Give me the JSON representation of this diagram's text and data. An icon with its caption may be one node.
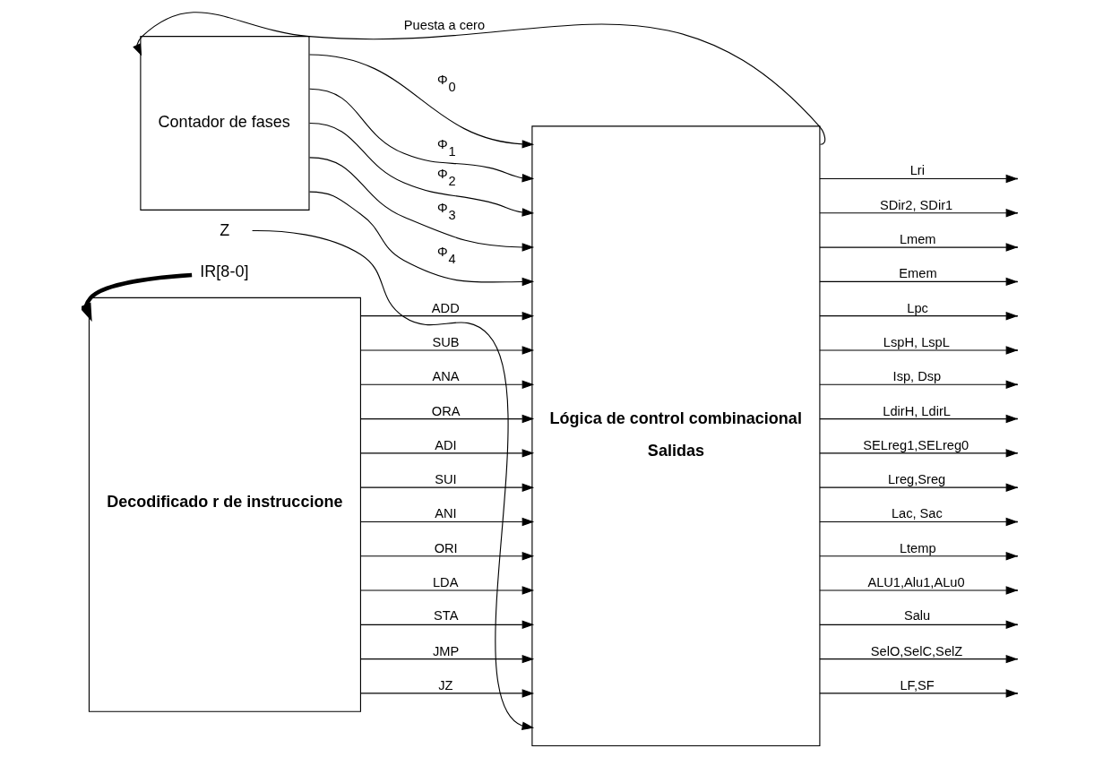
{
  "diagram": {
    "nodes": [
      {
        "text": [
          "Decodificado r de instruccione"
        ]
      },
      {
        "text": [
          "Contador de fases"
        ]
      },
      {
        "text": [
          "Lógica de control combinacional",
          "Salidas"
        ]
      },
      {
        "text": [
          "IR[8-0]"
        ]
      },
      {
        "text": [
          "Z"
        ]
      }
    ],
    "edges": [
      {
        "from": 3,
        "to": 0,
        "arrow": "to",
        "style": "thick"
      },
      {
        "from": 2,
        "to": 1,
        "arrow": "to",
        "label": "Puesta a cero"
      },
      {
        "from": 1,
        "to": 2,
        "arrow": "to",
        "label": "Φ$_{0}$"
      },
      {
        "from": 1,
        "to": 2,
        "arrow": "to",
        "label": "Φ$_{1}$"
      },
      {
        "from": 1,
        "to": 2,
        "arrow": "to",
        "label": "Φ$_{2}$"
      },
      {
        "from": 1,
        "to": 2,
        "arrow": "to",
        "label": "Φ$_{3}$"
      },
      {
        "from": 1,
        "to": 2,
        "arrow": "to",
        "label": "Φ$_{4}$"
      },
      {
        "from": 0,
        "to": 2,
        "arrow": "to",
        "label": "ADD"
      },
      {
        "from": 0,
        "to": 2,
        "arrow": "to",
        "label": "SUB"
      },
      {
        "from": 0,
        "to": 2,
        "arrow": "to",
        "label": "ANA"
      },
      {
        "from": 0,
        "to": 2,
        "arrow": "to",
        "label": "ORA"
      },
      {
        "from": 0,
        "to": 2,
        "arrow": "to",
        "label": "ADI"
      },
      {
        "from": 0,
        "to": 2,
        "arrow": "to",
        "label": "SUI"
      },
      {
        "from": 0,
        "to": 2,
        "arrow": "to",
        "label": "ANI"
      },
      {
        "from": 0,
        "to": 2,
        "arrow": "to",
        "label": "ORI"
      },
      {
        "from": 0,
        "to": 2,
        "arrow": "to",
        "label": "LDA"
      },
      {
        "from": 0,
        "to": 2,
        "arrow": "to",
        "label": "STA"
      },
      {
        "from": 0,
        "to": 2,
        "arrow": "to",
        "label": "JMP"
      },
      {
        "from": 0,
        "to": 2,
        "arrow": "to",
        "label": "JZ"
      },
      {
        "from": 4,
        "to": 2,
        "arrow": "to"
      },
      {
        "from": 2,
        "to": null,
        "arrow": "to",
        "label": "Lri"
      },
      {
        "from": 2,
        "to": null,
        "arrow": "to",
        "label": "SDir2, SDir1"
      },
      {
        "from": 2,
        "to": null,
        "arrow": "to",
        "label": "Lmem"
      },
      {
        "from": 2,
        "to": null,
        "arrow": "to",
        "label": "Emem"
      },
      {
        "from": 2,
        "to": null,
        "arrow": "to",
        "label": "Lpc"
      },
      {
        "from": 2,
        "to": null,
        "arrow": "to",
        "label": "LspH, LspL"
      },
      {
        "from": 2,
        "to": null,
        "arrow": "to",
        "label": "Isp, Dsp"
      },
      {
        "from": 2,
        "to": null,
        "arrow": "to",
        "label": "LdirH, LdirL"
      },
      {
        "from": 2,
        "to": null,
        "arrow": "to",
        "label": "SELreg1,SELreg0"
      },
      {
        "from": 2,
        "to": null,
        "arrow": "to",
        "label": "Lreg,Sreg"
      },
      {
        "from": 2,
        "to": null,
        "arrow": "to",
        "label": "Lac, Sac"
      },
      {
        "from": 2,
        "to": null,
        "arrow": "to",
        "label": "Ltemp"
      },
      {
        "from": 2,
        "to": null,
        "arrow": "to",
        "label": "ALU1,Alu1,ALu0"
      },
      {
        "from": 2,
        "to": null,
        "arrow": "to",
        "label": "Salu"
      },
      {
        "from": 2,
        "to": null,
        "arrow": "to",
        "label": "SelO,SelC,SelZ"
      },
      {
        "from": 2,
        "to": null,
        "arrow": "to",
        "label": "LF,SF"
      }
    ]
  }
}
